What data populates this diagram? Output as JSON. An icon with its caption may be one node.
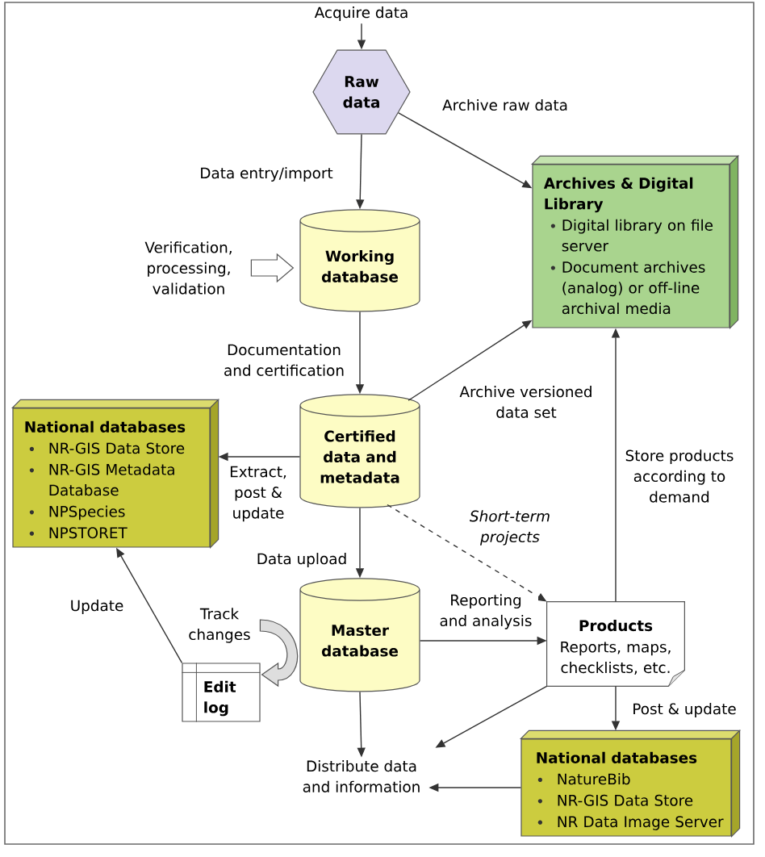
{
  "diagram": {
    "nodes": [
      {
        "text": [
          "Acquire data"
        ]
      },
      {
        "text": [
          "Raw data"
        ]
      },
      {
        "text": [
          "Archives & Digital Library",
          "Digital library on file server",
          "Document archives (analog) or off-line archival media"
        ]
      },
      {
        "text": [
          "Verification, processing, validation"
        ]
      },
      {
        "text": [
          "Working database"
        ]
      },
      {
        "text": [
          "Certified data and metadata"
        ]
      },
      {
        "text": [
          "National databases",
          "NR-GIS Data Store",
          "NR-GIS Metadata Database",
          "NPSpecies",
          "NPSTORET"
        ]
      },
      {
        "text": [
          "Master database"
        ]
      },
      {
        "text": [
          "Products",
          "Reports, maps, checklists, etc."
        ]
      },
      {
        "text": [
          "Track changes"
        ]
      },
      {
        "text": [
          "Edit log"
        ]
      },
      {
        "text": [
          "Distribute data and information"
        ]
      },
      {
        "text": [
          "National databases",
          "NatureBib",
          "NR-GIS Data Store",
          "NR Data Image Server"
        ]
      }
    ],
    "edges": [
      {
        "from": 0,
        "to": 1,
        "arrow": "to"
      },
      {
        "from": 1,
        "to": 2,
        "arrow": "to",
        "label": "Archive raw data"
      },
      {
        "from": 1,
        "to": 4,
        "arrow": "to",
        "label": "Data entry/import"
      },
      {
        "from": 3,
        "to": 4,
        "arrow": "to"
      },
      {
        "from": 4,
        "to": 5,
        "arrow": "to",
        "label": "Documentation and certification"
      },
      {
        "from": 5,
        "to": 2,
        "arrow": "to",
        "label": "Archive versioned data set"
      },
      {
        "from": 5,
        "to": 6,
        "arrow": "to",
        "label": "Extract, post & update"
      },
      {
        "from": 5,
        "to": 8,
        "arrow": "to",
        "label": "Short-term projects",
        "style": "dashed"
      },
      {
        "from": 5,
        "to": 7,
        "arrow": "to",
        "label": "Data upload"
      },
      {
        "from": 7,
        "to": 8,
        "arrow": "to",
        "label": "Reporting and analysis"
      },
      {
        "from": 8,
        "to": 2,
        "arrow": "to",
        "label": "Store products according to demand"
      },
      {
        "from": 9,
        "to": 10,
        "arrow": "to"
      },
      {
        "from": 10,
        "to": 6,
        "arrow": "to",
        "label": "Update"
      },
      {
        "from": 7,
        "to": 11,
        "arrow": "to"
      },
      {
        "from": 8,
        "to": 11,
        "arrow": "to"
      },
      {
        "from": 8,
        "to": 12,
        "arrow": "to",
        "label": "Post & update"
      },
      {
        "from": 12,
        "to": 11,
        "arrow": "to"
      }
    ]
  }
}
